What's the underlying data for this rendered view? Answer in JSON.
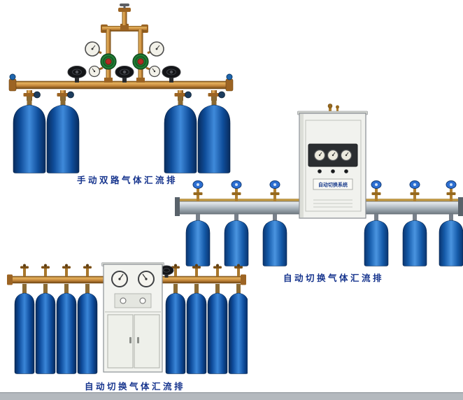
{
  "page": {
    "background": "#ffffff",
    "caption_color": "#17358e",
    "footer_strip_color": "#b4b9be"
  },
  "figures": [
    {
      "id": "manual-dual-gas-manifold",
      "caption": "手动双路气体汇流排",
      "cylinder_count": 4,
      "gauge_count": 4,
      "regulator_count": 2
    },
    {
      "id": "auto-switch-gas-manifold-rail",
      "caption": "自动切换气体汇流排",
      "cabinet_label": "自动切换系统",
      "cylinder_count": 6,
      "gauge_count": 3
    },
    {
      "id": "auto-switch-gas-manifold-tall",
      "caption": "自动切换气体汇流排",
      "cylinder_count": 8,
      "gauge_count": 2
    }
  ],
  "colors": {
    "cylinder_blue": "#3f8ada",
    "cylinder_blue_dark": "#082b5c",
    "brass_pipe": "#c4863a",
    "aluminum_rail": "#9aa5ad",
    "cabinet_body": "#f1f2ee"
  }
}
